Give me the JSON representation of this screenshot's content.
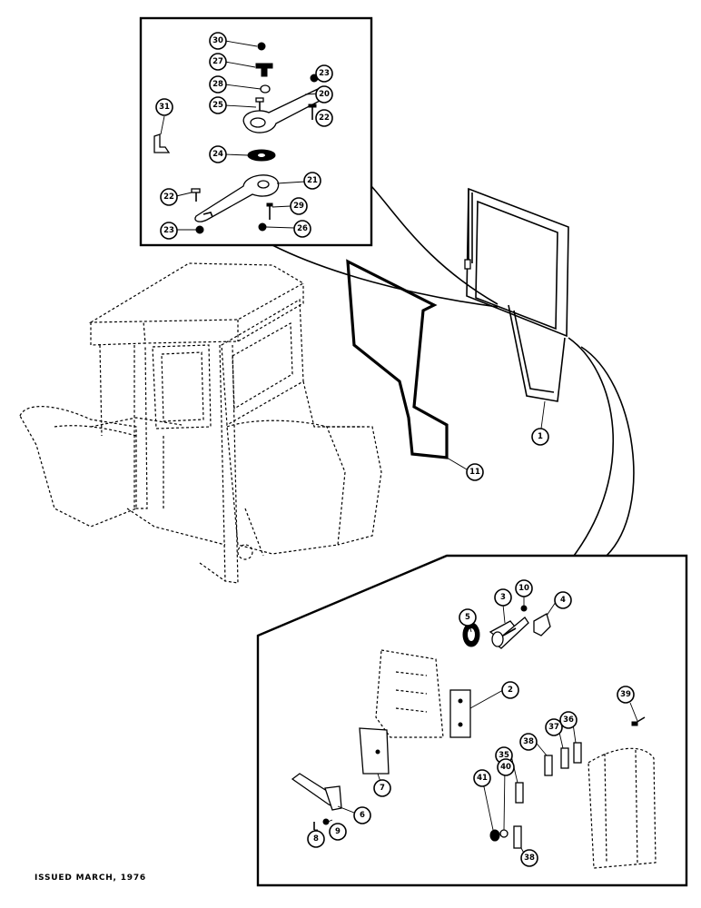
{
  "footer": {
    "issued": "ISSUED MARCH, 1976"
  },
  "callouts": {
    "c1": "1",
    "c2": "2",
    "c3": "3",
    "c4": "4",
    "c5": "5",
    "c6": "6",
    "c7": "7",
    "c8": "8",
    "c9": "9",
    "c10": "10",
    "c11": "11",
    "c20": "20",
    "c21": "21",
    "c22a": "22",
    "c22b": "22",
    "c23a": "23",
    "c23b": "23",
    "c24": "24",
    "c25": "25",
    "c26": "26",
    "c27": "27",
    "c28": "28",
    "c29": "29",
    "c30": "30",
    "c31": "31",
    "c35": "35",
    "c36": "36",
    "c37": "37",
    "c38a": "38",
    "c38b": "38",
    "c39": "39",
    "c40": "40",
    "c41": "41"
  }
}
